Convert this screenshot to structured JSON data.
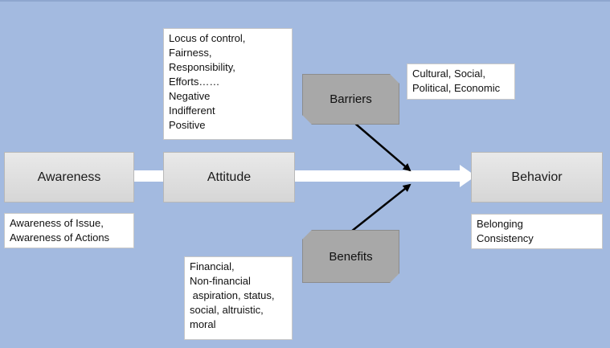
{
  "stages": {
    "awareness": "Awareness",
    "attitude": "Attitude",
    "behavior": "Behavior"
  },
  "factors": {
    "barriers": "Barriers",
    "benefits": "Benefits"
  },
  "notes": {
    "attitude": [
      "Locus of control,",
      "Fairness,",
      "Responsibility,",
      "Efforts……",
      "Negative",
      "Indifferent",
      "Positive"
    ],
    "barriers": [
      "Cultural, Social,",
      "Political, Economic"
    ],
    "awareness": [
      "Awareness of Issue,",
      "Awareness of Actions"
    ],
    "behavior": [
      "Belonging",
      "Consistency"
    ],
    "benefits": [
      "Financial,",
      "Non-financial",
      " aspiration, status,",
      "social, altruistic,",
      "moral"
    ]
  },
  "colors": {
    "background": "#a3bae0",
    "main_arrow": "#ffffff",
    "factor_arrow": "#000000"
  }
}
